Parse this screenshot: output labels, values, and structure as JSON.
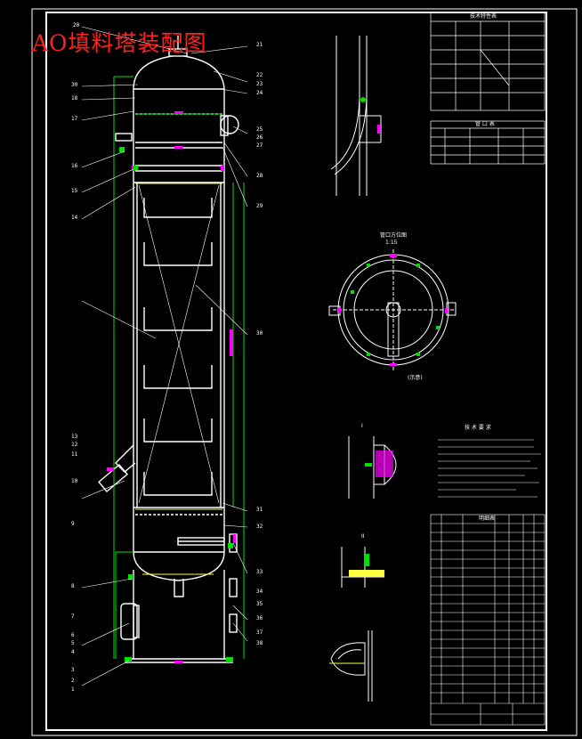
{
  "drawing": {
    "title": "AO填料塔装配图",
    "colors": {
      "background": "#000000",
      "line": "#ffffff",
      "title": "#ff2020",
      "accent_green": "#00e000",
      "accent_magenta": "#ff00ff",
      "accent_yellow": "#ffff40",
      "accent_cyan": "#00c0ff"
    }
  },
  "callouts_left": [
    "20",
    "30",
    "18",
    "17",
    "16",
    "15",
    "14",
    "13",
    "12",
    "11",
    "10",
    "9",
    "8",
    "7",
    "6",
    "5",
    "4",
    "3",
    "2",
    "1"
  ],
  "callouts_right": [
    "21",
    "22",
    "23",
    "24",
    "25",
    "26",
    "27",
    "28",
    "29",
    "30",
    "31",
    "32",
    "33",
    "34",
    "35",
    "36",
    "37",
    "38"
  ],
  "views": {
    "orientation_title": "管口方位图",
    "orientation_scale": "1:15",
    "orientation_note": "(示意)",
    "detail_i_label": "I",
    "detail_ii_label": "II",
    "tech_requirements_title": "技 术 要 求",
    "tech_data_title": "技术特性表",
    "nozzle_table_title": "管 口 表",
    "parts_list_title": "明细表"
  }
}
